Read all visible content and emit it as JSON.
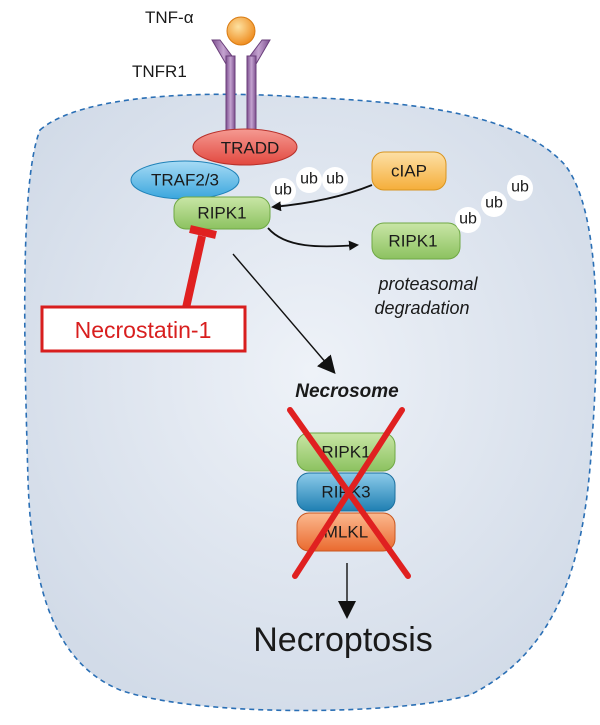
{
  "ligand": {
    "label": "TNF-α"
  },
  "receptor": {
    "label": "TNFR1"
  },
  "adaptors": {
    "tradd": "TRADD",
    "traf": "TRAF2/3",
    "ripk1": "RIPK1",
    "ciap": "cIAP"
  },
  "ubiquitin": {
    "chain_on_ripk1": [
      "ub",
      "ub",
      "ub"
    ],
    "chain_on_degraded": [
      "ub",
      "ub",
      "ub"
    ]
  },
  "degradation": {
    "ripk1": "RIPK1",
    "label_line1": "proteasomal",
    "label_line2": "degradation"
  },
  "inhibitor": {
    "label": "Necrostatin-1"
  },
  "necrosome": {
    "title": "Necrosome",
    "components": [
      "RIPK1",
      "RIPK3",
      "MLKL"
    ]
  },
  "outcome": {
    "label": "Necroptosis"
  },
  "colors": {
    "cell_fill": "#dde4ef",
    "cell_border": "#2a6fb5",
    "receptor": "#9b6fa8",
    "ligand": "#f2a03a",
    "tradd": "#e8584f",
    "traf": "#4fb3e8",
    "ripk1": "#9ccb6b",
    "ciap": "#f6b84a",
    "ripk3": "#2b8fc0",
    "mlkl": "#f07a3e",
    "inhibitor": "#e02020"
  }
}
